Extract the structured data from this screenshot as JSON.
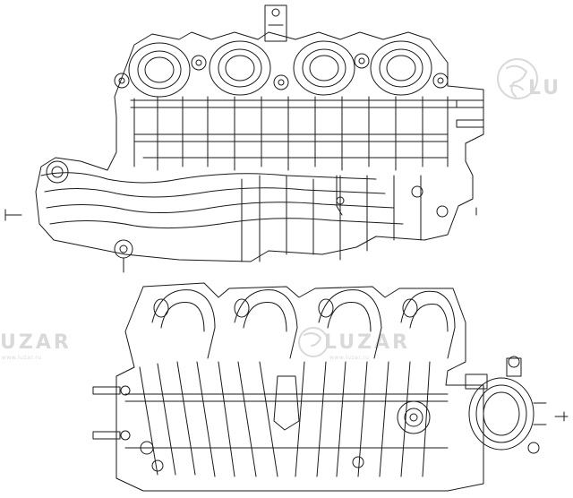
{
  "watermark": {
    "brand": "LUZAR",
    "brand_partial_top": "LU",
    "brand_partial_mid": "UZAR",
    "subline": "www.luzar.ru"
  },
  "colors": {
    "line": "#1a1a1a",
    "watermark": "#d9d9d9",
    "background": "#ffffff"
  },
  "views": [
    {
      "name": "top-view"
    },
    {
      "name": "bottom-view"
    }
  ]
}
